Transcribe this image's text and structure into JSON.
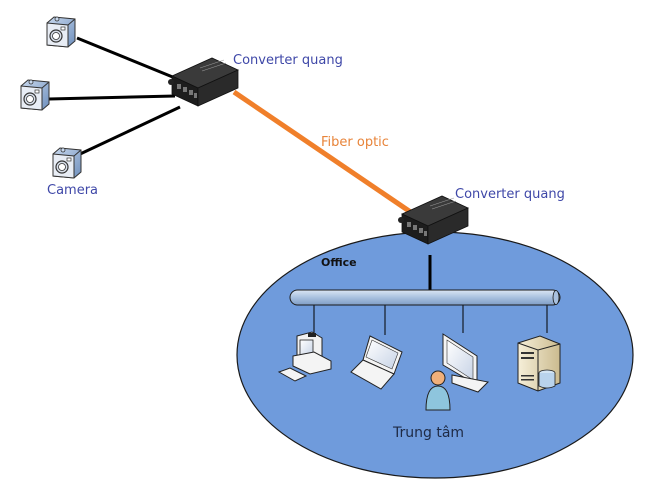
{
  "labels": {
    "converter_top": "Converter quang",
    "converter_bottom": "Converter quang",
    "fiber": "Fiber optic",
    "camera": "Camera",
    "office": "Office",
    "center": "Trung tâm"
  },
  "nodes": {
    "cameras": [
      "camera-1",
      "camera-2",
      "camera-3"
    ],
    "office_devices": [
      "desktop-computer",
      "laptop",
      "user-with-monitor",
      "database-server"
    ]
  },
  "colors": {
    "fiber": "#f07f2a",
    "office_fill": "#6f9bdc",
    "label_blue": "#3f48a8",
    "label_orange": "#e8843a"
  }
}
